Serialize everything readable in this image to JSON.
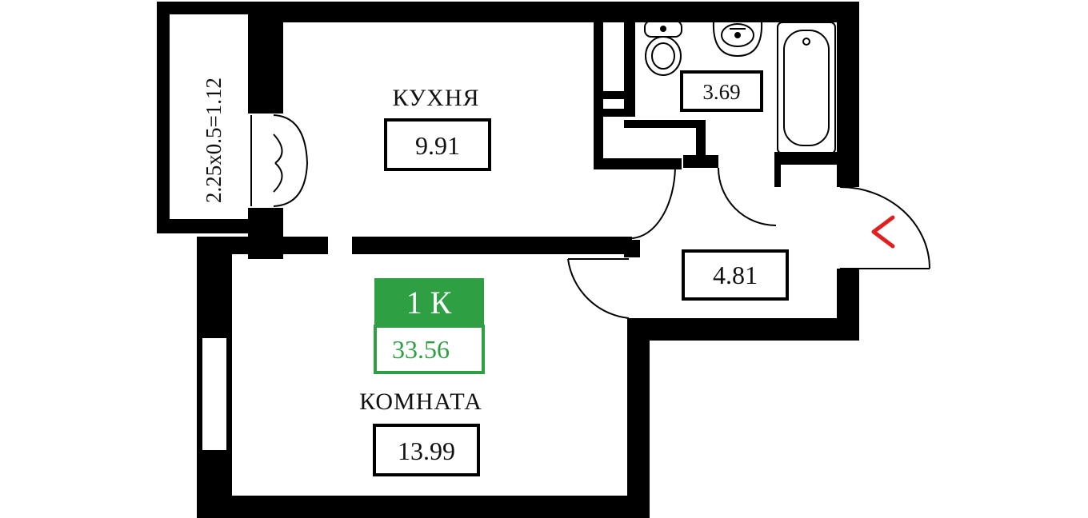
{
  "rooms": {
    "kitchen": {
      "label": "КУХНЯ",
      "area": "9.91"
    },
    "bathroom": {
      "area": "3.69"
    },
    "hallway": {
      "area": "4.81"
    },
    "living_room": {
      "label": "КОМНАТА",
      "area": "13.99"
    },
    "balcony": {
      "label": "2.25x0.5=1.12"
    }
  },
  "apartment": {
    "type": "1 К",
    "total_area": "33.56"
  },
  "colors": {
    "wall": "#000000",
    "background": "#ffffff",
    "accent": "#2ea043",
    "entrance_arrow": "#e02020"
  },
  "icons": {
    "entrance": "entrance-arrow-icon",
    "toilet": "toilet-icon",
    "sink": "sink-icon",
    "bathtub": "bathtub-icon"
  }
}
